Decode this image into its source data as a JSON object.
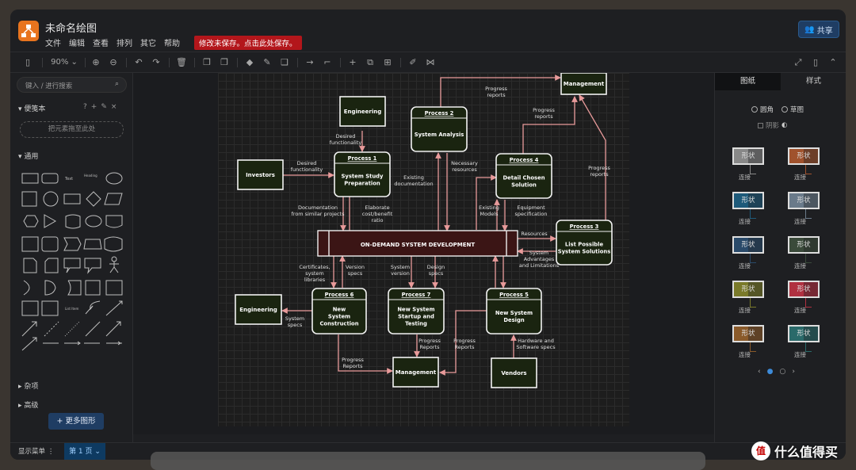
{
  "app": {
    "title": "未命名绘图",
    "menu": [
      "文件",
      "编辑",
      "查看",
      "排列",
      "其它",
      "帮助"
    ],
    "unsaved_notice": "修改未保存。点击此处保存。",
    "share_label": "共享"
  },
  "toolbar": {
    "zoom": "90%"
  },
  "sidebar": {
    "search_placeholder": "键入 / 进行搜索",
    "scratchpad_label": "便笺本",
    "dropzone_label": "把元素拖至此处",
    "general_label": "通用",
    "misc_label": "杂项",
    "advanced_label": "高级",
    "more_shapes_label": "更多图形"
  },
  "right_panel": {
    "tab_draw": "图纸",
    "tab_style": "样式",
    "rounded_label": "圆角",
    "sketch_label": "草图",
    "shadow_label": "阴影",
    "swatch_label": "形状",
    "connector_label": "连接",
    "swatch_colors": [
      "#888888",
      "#a0522d",
      "#1e5a7a",
      "#6a7a8a",
      "#2a4a6a",
      "#3a4a3a",
      "#7a7a2a",
      "#b03040",
      "#8a5a2a",
      "#2a6a6a"
    ]
  },
  "bottom": {
    "show_menu": "显示菜单",
    "page_tab": "第 1 页"
  },
  "watermark": {
    "icon": "值",
    "text": "什么值得买"
  },
  "diagram": {
    "central": "ON-DEMAND SYSTEM DEVELOPMENT",
    "nodes": {
      "management_top": "Management",
      "engineering_top": "Engineering",
      "investors": "Investors",
      "p1_title": "Process 1",
      "p1_body": [
        "System Study",
        "Preparation"
      ],
      "p2_title": "Process 2",
      "p2_body": [
        "System Analysis"
      ],
      "p4_title": "Process 4",
      "p4_body": [
        "Detail Chosen",
        "Solution"
      ],
      "p3_title": "Process 3",
      "p3_body": [
        "List Possible",
        "System Solutions"
      ],
      "p6_title": "Process 6",
      "p6_body": [
        "New",
        "System",
        "Construction"
      ],
      "p7_title": "Process 7",
      "p7_body": [
        "New System",
        "Startup and",
        "Testing"
      ],
      "p5_title": "Process 5",
      "p5_body": [
        "New System",
        "Design"
      ],
      "engineering_left": "Engineering",
      "management_bottom": "Management",
      "vendors": "Vendors"
    },
    "labels": {
      "progress_reports_top": [
        "Progress",
        "reports"
      ],
      "progress_reports_p4": [
        "Progress",
        "reports"
      ],
      "progress_reports_right": [
        "Progress",
        "reports"
      ],
      "desired_func_top": [
        "Desired",
        "functionality"
      ],
      "desired_func_left": [
        "Desired",
        "functionality"
      ],
      "existing_doc": [
        "Existing",
        "documentation"
      ],
      "necessary_res": [
        "Necessary",
        "resources"
      ],
      "doc_similar": [
        "Documentation",
        "from similar projects"
      ],
      "elaborate_cost": [
        "Elaborate",
        "cost/benefit",
        "ratio"
      ],
      "existing_models": [
        "Existing",
        "Models"
      ],
      "equipment_spec": [
        "Equipment",
        "specification"
      ],
      "resources": [
        "Resources"
      ],
      "sys_adv": [
        "System",
        "Advantages",
        "and Limitations"
      ],
      "certificates": [
        "Certificates,",
        "system",
        "libraries"
      ],
      "version_specs": [
        "Version",
        "specs"
      ],
      "system_version": [
        "System",
        "version"
      ],
      "design_specs": [
        "Design",
        "specs"
      ],
      "system_specs": [
        "System",
        "specs"
      ],
      "progress_p7": [
        "Progress",
        "Reports"
      ],
      "progress_p5": [
        "Progress",
        "Reports"
      ],
      "progress_p6": [
        "Progress",
        "Reports"
      ],
      "hardware_specs": [
        "Hardware and",
        "Software specs"
      ]
    }
  }
}
